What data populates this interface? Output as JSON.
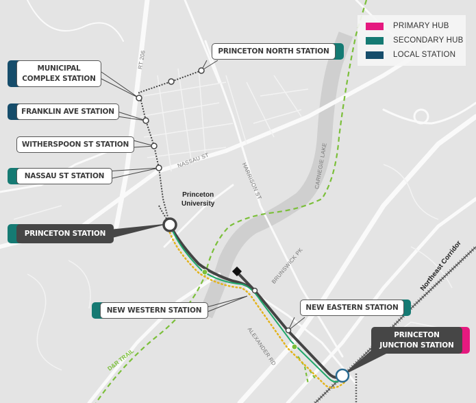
{
  "legend": {
    "items": [
      {
        "label": "PRIMARY HUB",
        "color": "#e5197f"
      },
      {
        "label": "SECONDARY HUB",
        "color": "#157a73"
      },
      {
        "label": "LOCAL STATION",
        "color": "#164d6b"
      }
    ]
  },
  "stations": {
    "municipal": {
      "label": "MUNICIPAL COMPLEX STATION",
      "line1": "MUNICIPAL",
      "line2": "COMPLEX STATION",
      "type": "local"
    },
    "franklin": {
      "label": "FRANKLIN AVE STATION",
      "type": "local"
    },
    "witherspoon": {
      "label": "WITHERSPOON ST STATION",
      "type": "none"
    },
    "nassau": {
      "label": "NASSAU ST STATION",
      "type": "secondary"
    },
    "princeton_north": {
      "label": "PRINCETON NORTH STATION",
      "type": "secondary"
    },
    "princeton": {
      "label": "PRINCETON STATION",
      "type": "secondary"
    },
    "new_western": {
      "label": "NEW WESTERN STATION",
      "type": "secondary"
    },
    "new_eastern": {
      "label": "NEW EASTERN STATION",
      "type": "secondary"
    },
    "princeton_junction": {
      "label": "PRINCETON JUNCTION STATION",
      "line1": "PRINCETON",
      "line2": "JUNCTION STATION",
      "type": "primary"
    }
  },
  "map_labels": {
    "rt206": "RT 206",
    "nassau_st": "NASSAU ST",
    "harrison_st": "HARRISON ST",
    "carnegie_lake": "CARNEGIE LAKE",
    "brunswick_pk": "BRUNSWICK PK",
    "alexander_rd": "ALEXANDER RD",
    "university_line1": "Princeton",
    "university_line2": "University",
    "northeast_corridor": "Northeast Corridor",
    "dr_trail": "D&R TRAIL"
  },
  "colors": {
    "route_green": "#1fa86a",
    "trail_green": "#7bbf3a",
    "route_dark": "#444444",
    "dots_yellow": "#e3b31a"
  }
}
